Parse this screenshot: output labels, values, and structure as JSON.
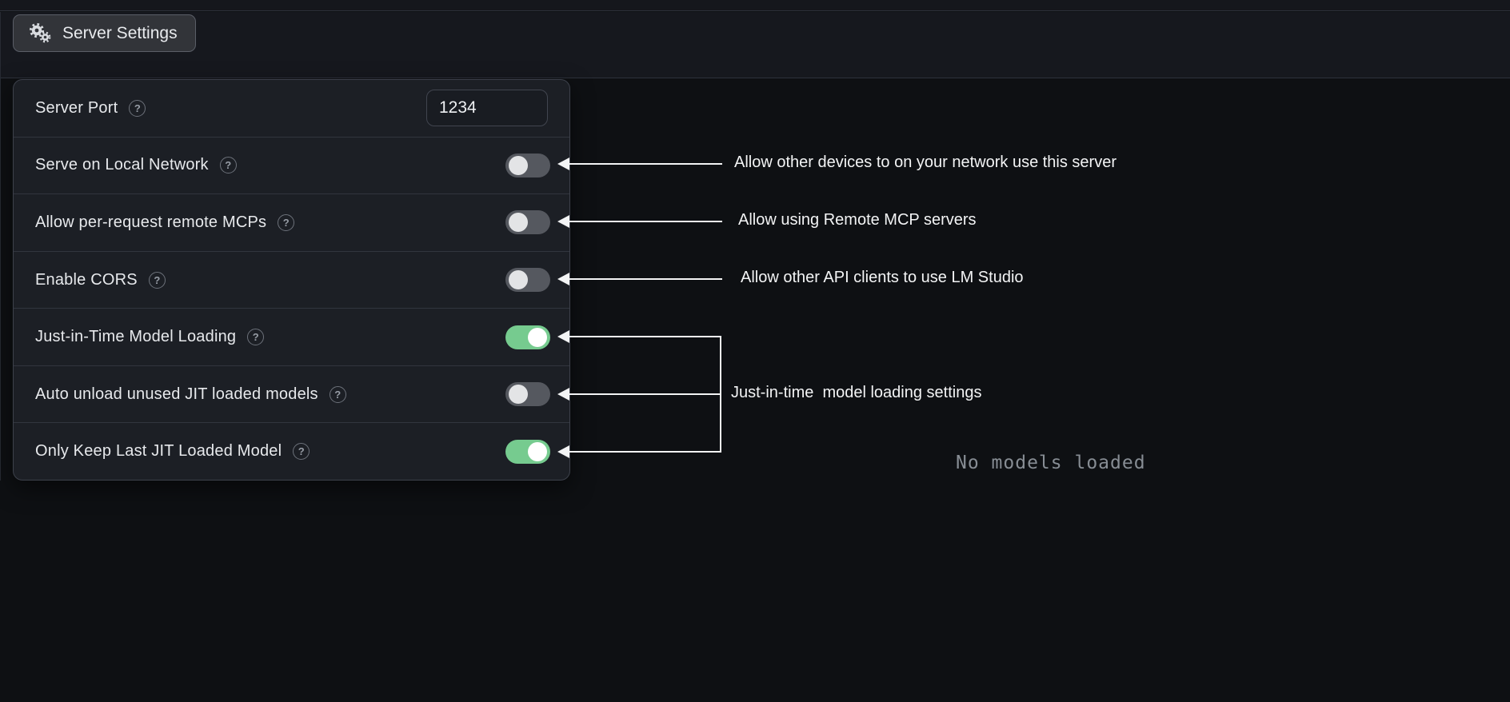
{
  "toolbar": {
    "server_settings_label": "Server Settings"
  },
  "panel": {
    "help_glyph": "?",
    "rows": [
      {
        "label": "Server Port",
        "control": "input",
        "value": "1234"
      },
      {
        "label": "Serve on Local Network",
        "control": "toggle",
        "state": "off"
      },
      {
        "label": "Allow per-request remote MCPs",
        "control": "toggle",
        "state": "off"
      },
      {
        "label": "Enable CORS",
        "control": "toggle",
        "state": "off"
      },
      {
        "label": "Just-in-Time Model Loading",
        "control": "toggle",
        "state": "on"
      },
      {
        "label": "Auto unload unused JIT loaded models",
        "control": "toggle",
        "state": "off"
      },
      {
        "label": "Only Keep Last JIT Loaded Model",
        "control": "toggle",
        "state": "on"
      }
    ]
  },
  "annotations": {
    "serve_local_network": "Allow other devices to on your network use this server",
    "remote_mcps": "Allow using Remote MCP servers",
    "enable_cors": "Allow other API clients to use LM Studio",
    "jit_group": "Just-in-time  model loading settings"
  },
  "status": {
    "no_models_loaded": "No models loaded"
  },
  "colors": {
    "toggle_on": "#76cb8f",
    "toggle_off": "#55585f",
    "arrow": "#f3f4f5",
    "panel_bg": "#1c1f25",
    "page_bg": "#0e1013"
  }
}
